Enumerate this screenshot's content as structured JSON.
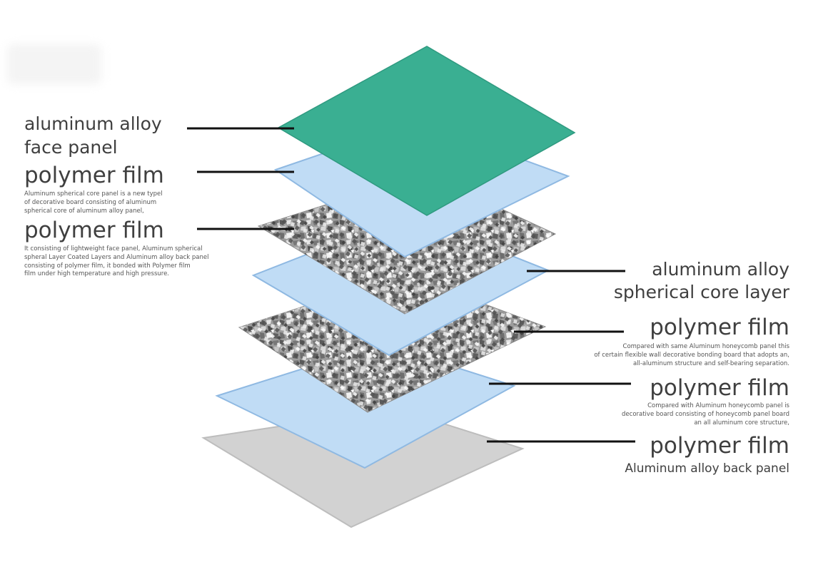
{
  "colors": {
    "face_panel": "#3aaf92",
    "polymer_film": "#c0dcf5",
    "core_layer": "#9c9c9c",
    "back_panel": "#d2d2d2",
    "text": "#3f3f3f",
    "leader_line": "#111111"
  },
  "labels": {
    "face_panel_title": "aluminum alloy\nface panel",
    "film_1_title": "polymer film",
    "film_1_desc": "Aluminum spherical core panel is a new typel\nof decorative board consisting of aluminum\nspherical core of aluminum alloy panel,",
    "film_2_title": "polymer film",
    "film_2_desc": "It consisting of lightweight face panel, Aluminum spherical\nspheral Layer Coated Layers and Aluminum alloy back panel\nconsisting of polymer film, it bonded with Polymer film\nfilm under high temperature and high pressure.",
    "core_title": "aluminum alloy",
    "core_subtitle": "spherical core layer",
    "film_3_title": "polymer film",
    "film_3_desc": "Compared with same Aluminum honeycomb panel this\nof certain flexible wall decorative bonding board that adopts an,\nall-aluminum structure and self-bearing separation.",
    "film_4_title": "polymer film",
    "film_4_desc": "Compared with Aluminum honeycomb panel is\ndecorative board consisting of honeycomb panel board\nan all aluminum core structure,",
    "film_5_title": "polymer film",
    "back_panel_subtitle": "Aluminum alloy back panel"
  }
}
